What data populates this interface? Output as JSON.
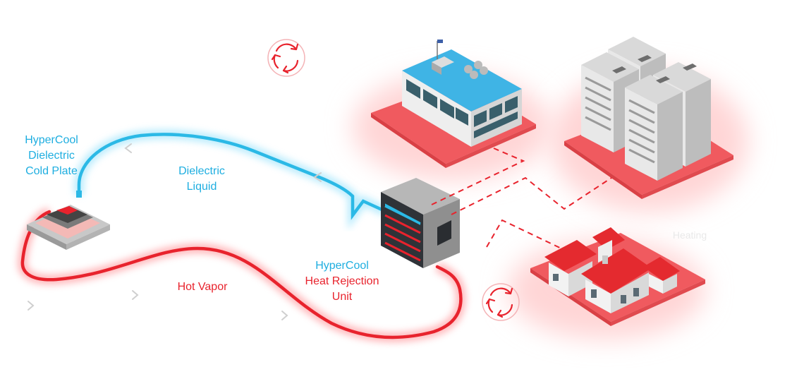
{
  "labels": {
    "cold_plate": [
      "HyperCool",
      "Dielectric",
      "Cold Plate"
    ],
    "dielectric_liquid": [
      "Dielectric",
      "Liquid"
    ],
    "hot_vapor": "Hot Vapor",
    "heat_rejection_unit": [
      "HyperCool",
      "Heat Rejection",
      "Unit"
    ],
    "heating": "Heating"
  },
  "colors": {
    "liquid_line": "#2bb9e6",
    "vapor_line": "#e8232d",
    "label_blue": "#1eaee0",
    "label_red": "#e8232d",
    "building_roof_blue": "#3fb4e5",
    "house_roof_red": "#e42a2f",
    "platform_red": "#f05a5f"
  },
  "icons": [
    "recycle-icon",
    "recycle-icon"
  ]
}
